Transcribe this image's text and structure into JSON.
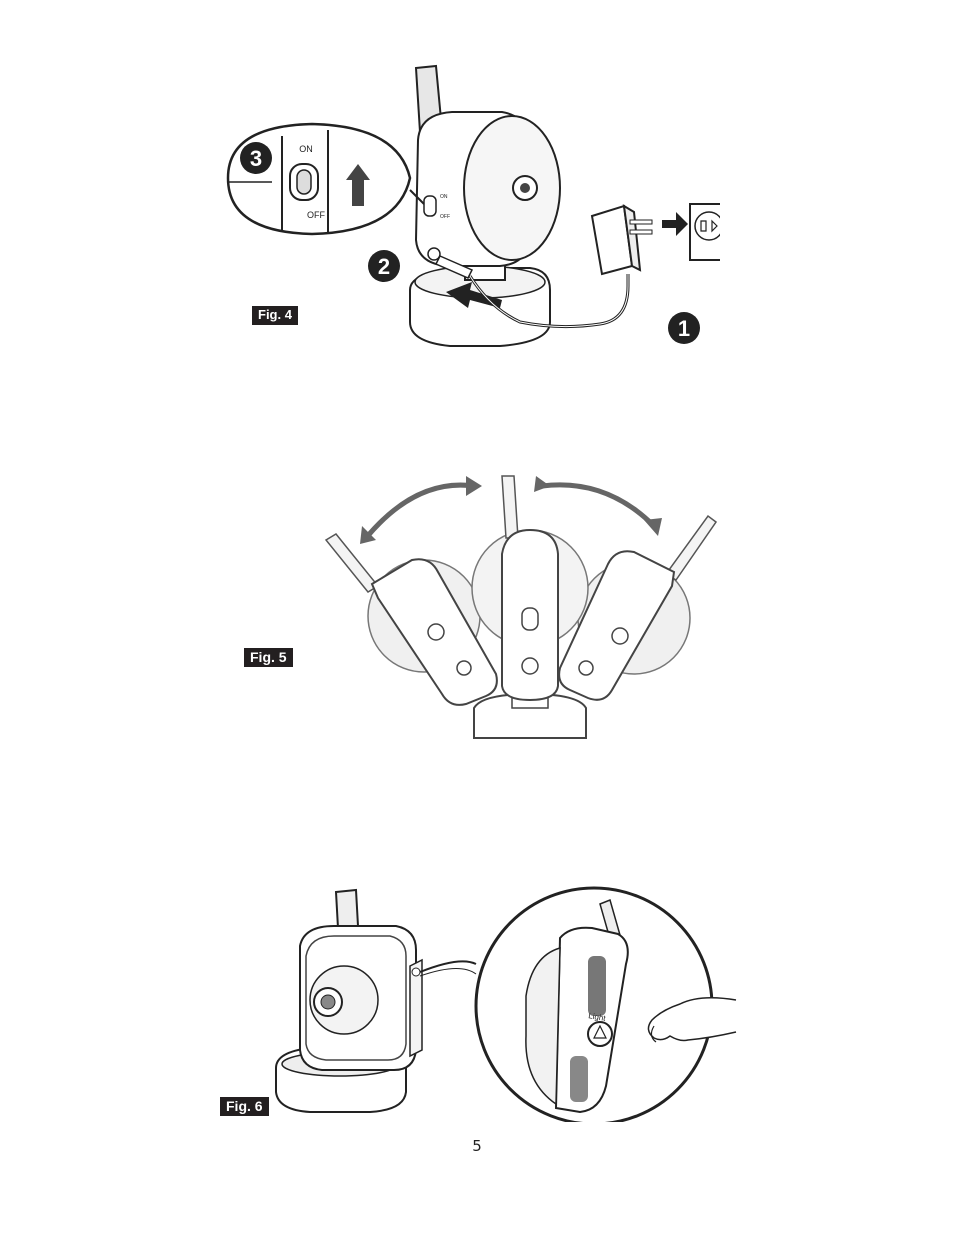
{
  "page": {
    "number": "5"
  },
  "figures": [
    {
      "label": "Fig. 4",
      "steps": [
        "1",
        "2",
        "3"
      ],
      "switch_labels": {
        "on": "ON",
        "off": "OFF"
      }
    },
    {
      "label": "Fig. 5"
    },
    {
      "label": "Fig. 6",
      "button_label": "Light"
    }
  ],
  "icons": [
    "power-adapter-icon",
    "wall-outlet-icon",
    "camera-illustration",
    "arrow-icon"
  ]
}
